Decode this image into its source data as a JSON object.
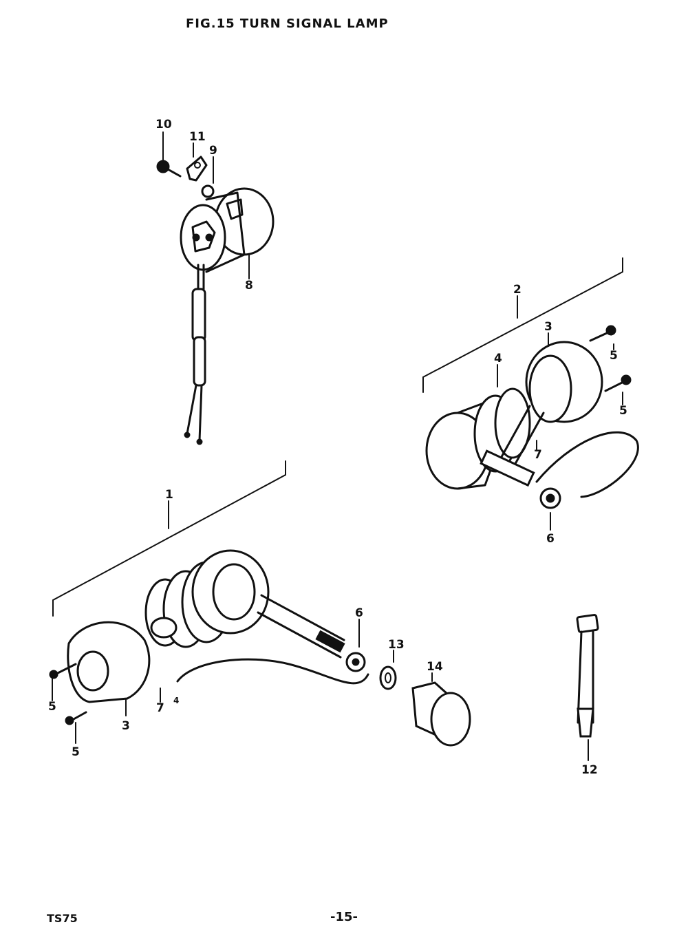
{
  "title": "FIG.15  TURN SIGNAL LAMP",
  "footer": {
    "model": "TS75",
    "page": "-15-"
  },
  "callouts": {
    "c1": "1",
    "c2": "2",
    "c3a": "3",
    "c3b": "3",
    "c4a": "4",
    "c4b": "4",
    "c5a": "5",
    "c5b": "5",
    "c5c": "5",
    "c5d": "5",
    "c6a": "6",
    "c6b": "6",
    "c7a": "7",
    "c7b": "7",
    "c8": "8",
    "c9": "9",
    "c10": "10",
    "c11": "11",
    "c12": "12",
    "c13": "13",
    "c14": "14"
  }
}
